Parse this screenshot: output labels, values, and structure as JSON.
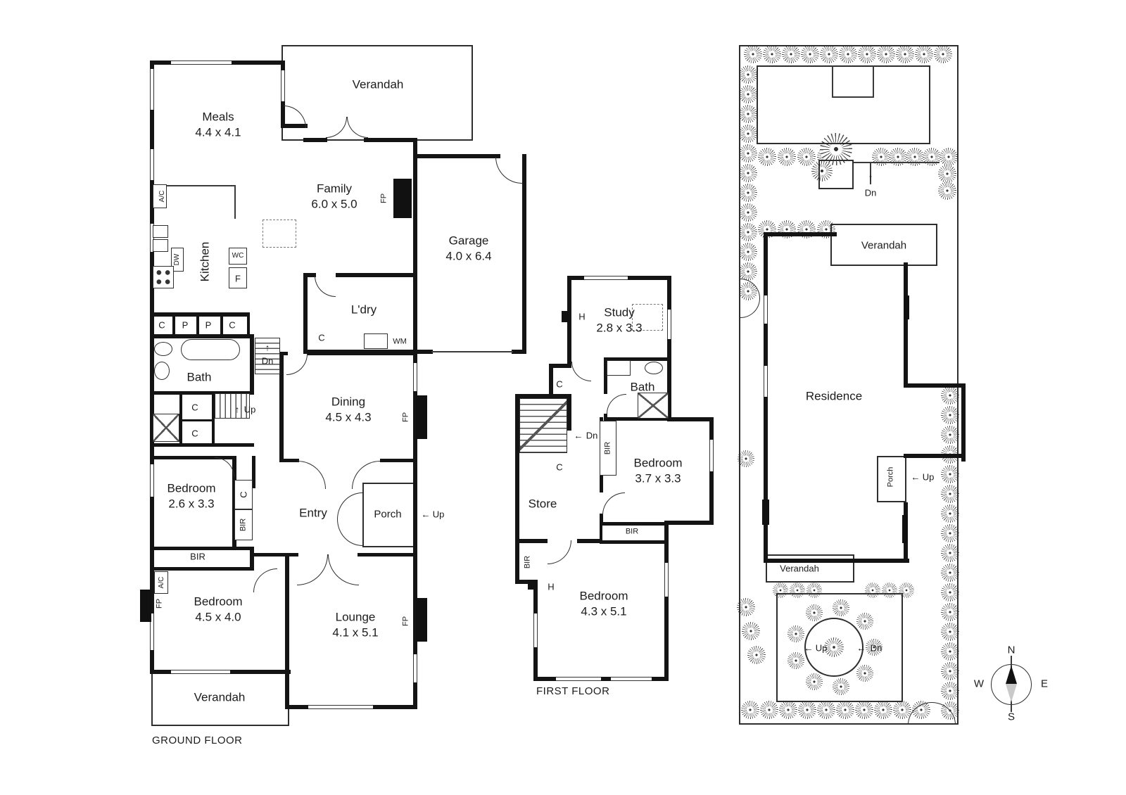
{
  "arrows": {
    "up": "↑",
    "left": "←"
  },
  "ground_floor": {
    "title": "GROUND FLOOR",
    "verandah_top": "Verandah",
    "verandah_bottom": "Verandah",
    "rooms": {
      "meals": {
        "name": "Meals",
        "dims": "4.4 x 4.1"
      },
      "family": {
        "name": "Family",
        "dims": "6.0 x 5.0"
      },
      "garage": {
        "name": "Garage",
        "dims": "4.0 x 6.4"
      },
      "kitchen": "Kitchen",
      "laundry": "L'dry",
      "bath": "Bath",
      "dining": {
        "name": "Dining",
        "dims": "4.5 x 4.3"
      },
      "bedroom_2": {
        "name": "Bedroom",
        "dims": "2.6 x 3.3"
      },
      "entry": "Entry",
      "porch": "Porch",
      "bedroom_1": {
        "name": "Bedroom",
        "dims": "4.5 x 4.0"
      },
      "lounge": {
        "name": "Lounge",
        "dims": "4.1 x 5.1"
      }
    },
    "labels": {
      "ac": "A/C",
      "dw": "DW",
      "f": "F",
      "wc": "WC",
      "wm": "WM",
      "c": "C",
      "p": "P",
      "bir": "BIR",
      "fp": "FP",
      "dn": "Dn",
      "up": "Up"
    }
  },
  "first_floor": {
    "title": "FIRST FLOOR",
    "rooms": {
      "study": {
        "name": "Study",
        "dims": "2.8 x 3.3"
      },
      "bath": "Bath",
      "bedroom_3": {
        "name": "Bedroom",
        "dims": "3.7 x 3.3"
      },
      "store": "Store",
      "bedroom_4": {
        "name": "Bedroom",
        "dims": "4.3 x 5.1"
      }
    },
    "labels": {
      "c": "C",
      "bir": "BIR",
      "dn": "Dn",
      "h": "H"
    }
  },
  "site_plan": {
    "residence": "Residence",
    "verandah_top": "Verandah",
    "verandah_bottom": "Verandah",
    "porch": "Porch",
    "up": "Up",
    "dn": "Dn",
    "compass": {
      "n": "N",
      "s": "S",
      "e": "E",
      "w": "W"
    }
  }
}
